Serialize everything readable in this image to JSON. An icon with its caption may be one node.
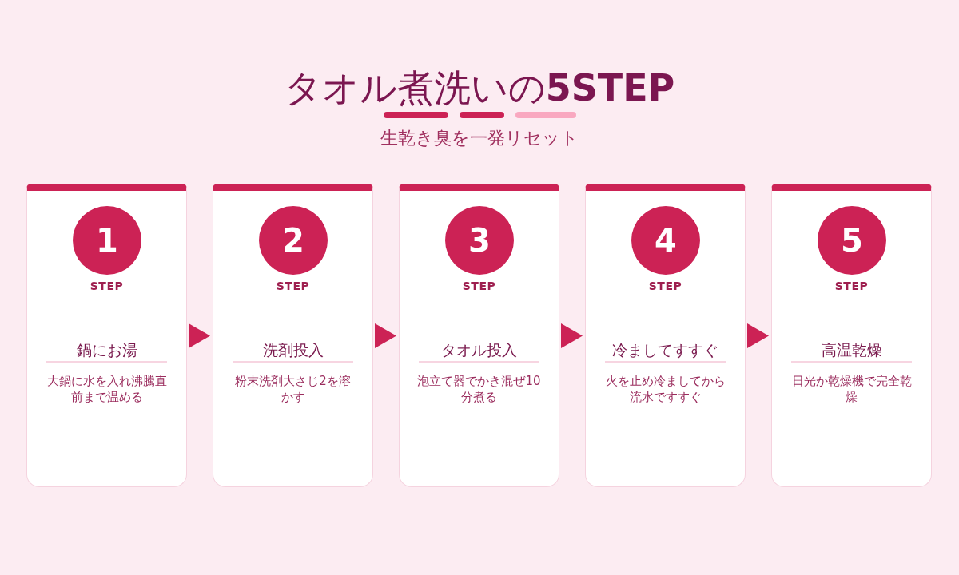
{
  "diagram": {
    "title": "タオル煮洗いの**5STEP**",
    "nodes": [
      {
        "text": [
          "鍋にお湯",
          "大鍋に水を入れ沸騰直前まで温める"
        ]
      },
      {
        "text": [
          "1"
        ],
        "beside": [
          "STEP"
        ],
        "in": 0
      },
      {
        "text": [
          "洗剤投入",
          "粉末洗剤大さじ2を溶かす"
        ]
      },
      {
        "text": [
          "2"
        ],
        "beside": [
          "STEP"
        ],
        "in": 2
      },
      {
        "text": [
          "タオル投入",
          "泡立て器でかき混ぜ10分煮る"
        ]
      },
      {
        "text": [
          "3"
        ],
        "beside": [
          "STEP"
        ],
        "in": 4
      },
      {
        "text": [
          "冷ましてすすぐ",
          "火を止め冷ましてから流水ですすぐ"
        ]
      },
      {
        "text": [
          "4"
        ],
        "beside": [
          "STEP"
        ],
        "in": 6
      },
      {
        "text": [
          "高温乾燥",
          "日光か乾燥機で完全乾燥"
        ]
      },
      {
        "text": [
          "5"
        ],
        "beside": [
          "STEP"
        ],
        "in": 8
      }
    ],
    "edges": [
      {
        "from": 0,
        "to": 2,
        "arrow": "to"
      },
      {
        "from": 2,
        "to": 4,
        "arrow": "to"
      },
      {
        "from": 4,
        "to": 6,
        "arrow": "to"
      },
      {
        "from": 6,
        "to": 8,
        "arrow": "to"
      }
    ],
    "labels": [
      "生乾き臭を一発リセット"
    ]
  }
}
